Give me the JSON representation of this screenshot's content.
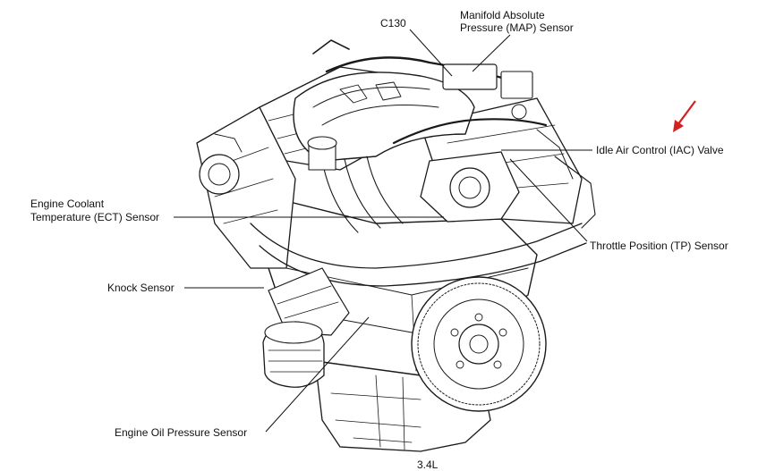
{
  "labels": {
    "c130": "C130",
    "map_line1": "Manifold Absolute",
    "map_line2": "Pressure (MAP) Sensor",
    "iac": "Idle Air Control (IAC) Valve",
    "ect_line1": "Engine Coolant",
    "ect_line2": "Temperature (ECT) Sensor",
    "tp": "Throttle Position (TP) Sensor",
    "knock": "Knock Sensor",
    "oil": "Engine Oil Pressure Sensor",
    "caption": "3.4L"
  },
  "colors": {
    "arrow": "#d42020",
    "ink": "#1a1a1a"
  }
}
